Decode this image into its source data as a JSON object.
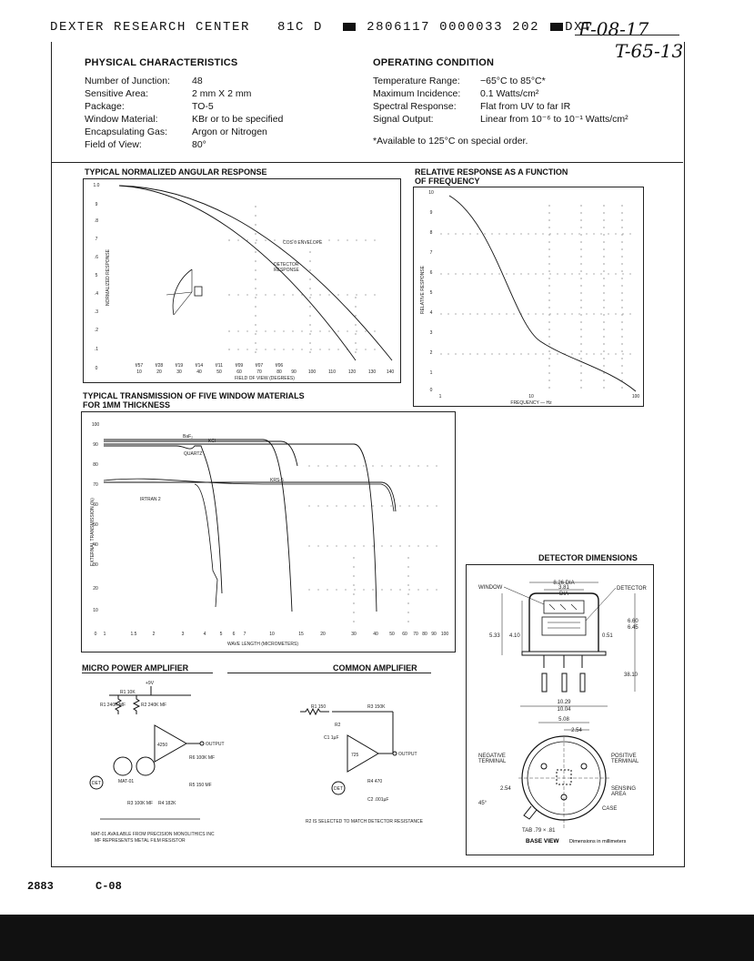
{
  "header": {
    "company": "DEXTER RESEARCH CENTER",
    "code": "81C D",
    "number": "2806117 0000033 202",
    "suffix": "DXT",
    "handwritten_1": "F-08-17",
    "handwritten_2": "T-65-13"
  },
  "physical": {
    "title": "PHYSICAL CHARACTERISTICS",
    "rows": [
      {
        "label": "Number of Junction:",
        "value": "48"
      },
      {
        "label": "Sensitive Area:",
        "value": "2 mm X 2 mm"
      },
      {
        "label": "Package:",
        "value": "TO-5"
      },
      {
        "label": "Window Material:",
        "value": "KBr or to be specified"
      },
      {
        "label": "Encapsulating Gas:",
        "value": "Argon or Nitrogen"
      },
      {
        "label": "Field of View:",
        "value": "80°"
      }
    ]
  },
  "operating": {
    "title": "OPERATING CONDITION",
    "rows": [
      {
        "label": "Temperature Range:",
        "value": "−65°C to 85°C*"
      },
      {
        "label": "Maximum Incidence:",
        "value": "0.1 Watts/cm²"
      },
      {
        "label": "Spectral Response:",
        "value": "Flat from UV to far IR"
      },
      {
        "label": "Signal Output:",
        "value": "Linear from 10⁻⁶ to 10⁻¹ Watts/cm²"
      }
    ],
    "footnote": "*Available to 125°C on special order."
  },
  "angular": {
    "title": "TYPICAL NORMALIZED ANGULAR RESPONSE",
    "ylabel": "NORMALIZED RESPONSE",
    "xlabel": "FIELD OF VIEW (DEGREES)",
    "yticks": [
      "1.0",
      "9",
      ".8",
      "7",
      ".6",
      "5",
      ".4",
      ".3",
      ".2",
      ".1",
      "0"
    ],
    "fnum": [
      "f/57",
      "f/28",
      "f/19",
      "f/14",
      "f/11",
      "f/09",
      "f/07",
      "f/06"
    ],
    "xticks": [
      "10",
      "20",
      "30",
      "40",
      "50",
      "60",
      "70",
      "80",
      "90",
      "100",
      "110",
      "120",
      "130",
      "140"
    ],
    "label_cos": "COS θ ENVELOPE",
    "label_det1": "DETECTOR",
    "label_det2": "RESPONSE"
  },
  "frequency": {
    "title1": "RELATIVE RESPONSE AS A FUNCTION",
    "title2": "OF FREQUENCY",
    "ylabel": "RELATIVE RESPONSE",
    "xlabel": "FREQUENCY — Hz",
    "yticks": [
      "10",
      "9",
      "8",
      "7",
      "6",
      "5",
      "4",
      "3",
      "2",
      "1",
      "0"
    ],
    "xticks": [
      "1",
      "10",
      "100"
    ]
  },
  "transmission": {
    "title1": "TYPICAL TRANSMISSION OF FIVE WINDOW MATERIALS",
    "title2": "FOR 1MM THICKNESS",
    "ylabel": "EXTERNAL TRANSMISSION (%)",
    "xlabel": "WAVE LENGTH (MICROMETERS)",
    "yticks": [
      "100",
      "90",
      "80",
      "70",
      "60",
      "50",
      "40",
      "30",
      "20",
      "10",
      "0"
    ],
    "xticks": [
      "1",
      "1.5",
      "2",
      "3",
      "4",
      "5",
      "6",
      "7",
      "10",
      "15",
      "20",
      "30",
      "40",
      "50",
      "60",
      "70",
      "80",
      "90",
      "100"
    ],
    "labels": [
      "BaF₂",
      "KCl",
      "QUARTZ",
      "KRS-5",
      "IRTRAN 2"
    ]
  },
  "dimensions": {
    "title": "DETECTOR DIMENSIONS",
    "window": "WINDOW",
    "detector": "DETECTOR",
    "dia1": "8.26 DIA",
    "dia2": "3.81",
    "dia2b": "DIA",
    "h1": "5.33",
    "h2": "4.10",
    "t1": "0.51",
    "w1": "6.60",
    "w2": "6.45",
    "lead": "38.10",
    "b1": "10.29",
    "b2": "10.04",
    "s1": "5.08",
    "s2": "2.54",
    "s3": "2.54",
    "angle": "45°",
    "neg1": "NEGATIVE",
    "neg2": "TERMINAL",
    "pos1": "POSITIVE",
    "pos2": "TERMINAL",
    "sense1": "SENSING",
    "sense2": "AREA",
    "case": "CASE",
    "tab": "TAB .79 × .81",
    "base_view": "BASE VIEW",
    "units": "Dimensions in millimeters"
  },
  "micro_amp": {
    "title": "MICRO POWER AMPLIFIER",
    "v": "+9V",
    "r1": "R1 10K",
    "r1b": "R1 240K MF",
    "r2": "R2 240K MF",
    "ic": "4250",
    "out": "OUTPUT",
    "mat": "MAT-01",
    "det": "DET",
    "r3": "R3 100K MF",
    "r4": "R4 182K",
    "r5": "R5 150 MF",
    "r6": "R6 100K MF",
    "note1": "MAT-01 AVAILABLE FROM PRECISION MONOLITHICS INC",
    "note2": "MF REPRESENTS METAL FILM RESISTOR"
  },
  "common_amp": {
    "title": "COMMON AMPLIFIER",
    "r1": "R1 150",
    "r2": "R2",
    "r3": "R3 150K",
    "c1": "C1 1µF",
    "ic": "725",
    "out": "OUTPUT",
    "r4": "R4 470",
    "c2": "C2 .001µF",
    "det": "DET",
    "note": "R2 IS SELECTED TO MATCH DETECTOR RESISTANCE"
  },
  "footer": {
    "page": "2883",
    "code": "C-08"
  }
}
